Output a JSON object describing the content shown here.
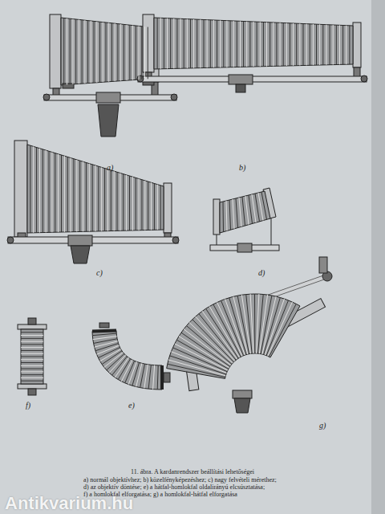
{
  "diagram": {
    "caption": "11. ábra. A kardanrendszer beállítási lehetőségei",
    "labels": [
      "a)",
      "b)",
      "c)",
      "d)",
      "f)",
      "e)",
      "g)",
      "a) normál objektívhez; b) közelfényképezéshez; c) nagy felvételi mérethez;",
      "d) az objektív döntése; e) a hátfal-homlokfal oldalirányú elcsúsztatása;",
      "f) a homlokfal elforgatása; g) a homlokfal-hátfal elforgatása",
      "Antikvarium.hu"
    ]
  }
}
